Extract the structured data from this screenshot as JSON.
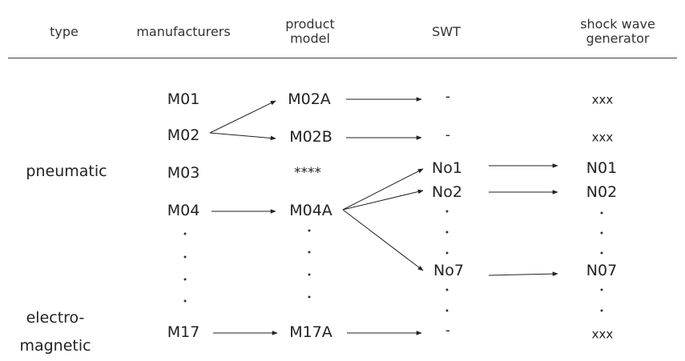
{
  "headers": {
    "type": "type",
    "manufacturers": "manufacturers",
    "product_model_line1": "product",
    "product_model_line2": "model",
    "swt": "SWT",
    "generator_line1": "shock wave",
    "generator_line2": "generator"
  },
  "types": {
    "pneumatic": "pneumatic",
    "electro_line1": "electro-",
    "electro_line2": "magnetic"
  },
  "manufacturers": [
    "M01",
    "M02",
    "M03",
    "M04",
    "M17"
  ],
  "models": [
    "M02A",
    "M02B",
    "****",
    "M04A",
    "M17A"
  ],
  "swt": [
    "-",
    "-",
    "No1",
    "No2",
    "No7",
    "-"
  ],
  "generators": [
    "xxx",
    "xxx",
    "N01",
    "N02",
    "N07",
    "xxx"
  ]
}
